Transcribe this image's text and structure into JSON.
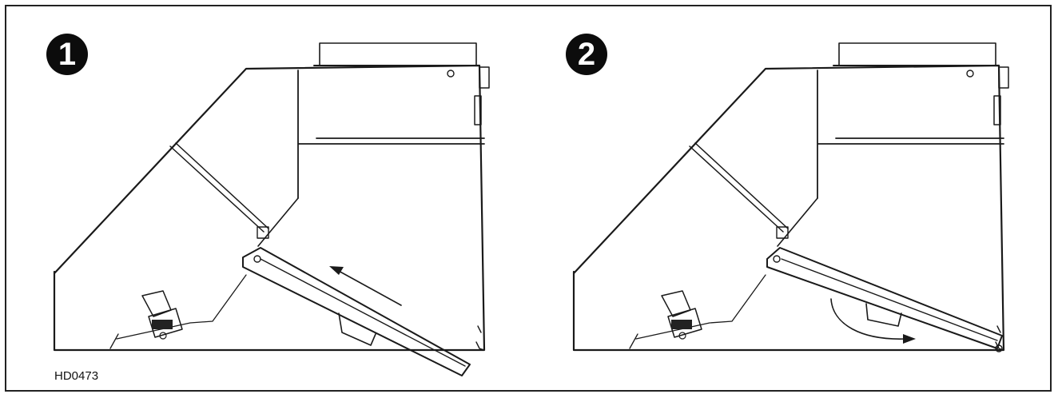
{
  "steps": [
    {
      "number": "1"
    },
    {
      "number": "2"
    }
  ],
  "figure_code": "HD0473",
  "colors": {
    "line": "#1a1a1a",
    "badge": "#0c0c0c",
    "background": "#ffffff"
  }
}
